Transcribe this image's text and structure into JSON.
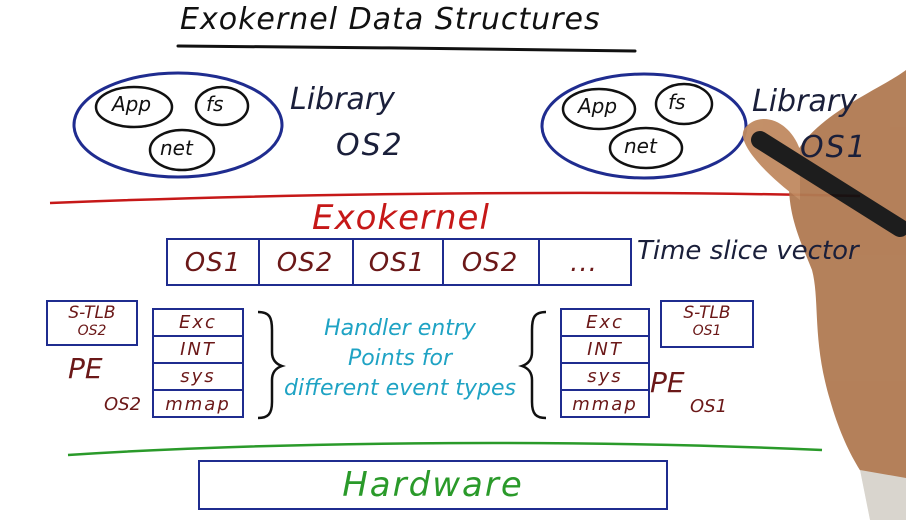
{
  "title": "Exokernel Data Structures",
  "library_os2": {
    "items": [
      "App",
      "fs",
      "net"
    ],
    "label": "Library",
    "os": "OS2"
  },
  "library_os1": {
    "items": [
      "App",
      "fs",
      "net"
    ],
    "label": "Library",
    "os": "OS1"
  },
  "exokernel": {
    "title": "Exokernel",
    "time_slice_vector": [
      "OS1",
      "OS2",
      "OS1",
      "OS2",
      "..."
    ],
    "time_slice_label": "Time slice vector"
  },
  "left_env": {
    "stlb": "S-TLB",
    "stlb_os": "OS2",
    "pe": "PE",
    "pe_os": "OS2",
    "handlers": [
      "Exc",
      "INT",
      "sys",
      "mmap"
    ]
  },
  "right_env": {
    "stlb": "S-TLB",
    "stlb_os": "OS1",
    "pe": "PE",
    "pe_os": "OS1",
    "handlers": [
      "Exc",
      "INT",
      "sys",
      "mmap"
    ]
  },
  "handler_text": [
    "Handler entry",
    "Points for",
    "different event types"
  ],
  "hardware": "Hardware",
  "colors": {
    "ink_blue": "#1f2c8f",
    "ink_red": "#c61818",
    "ink_maroon": "#6b1818",
    "ink_teal": "#1fa3c4",
    "ink_green": "#2a9a2a"
  }
}
